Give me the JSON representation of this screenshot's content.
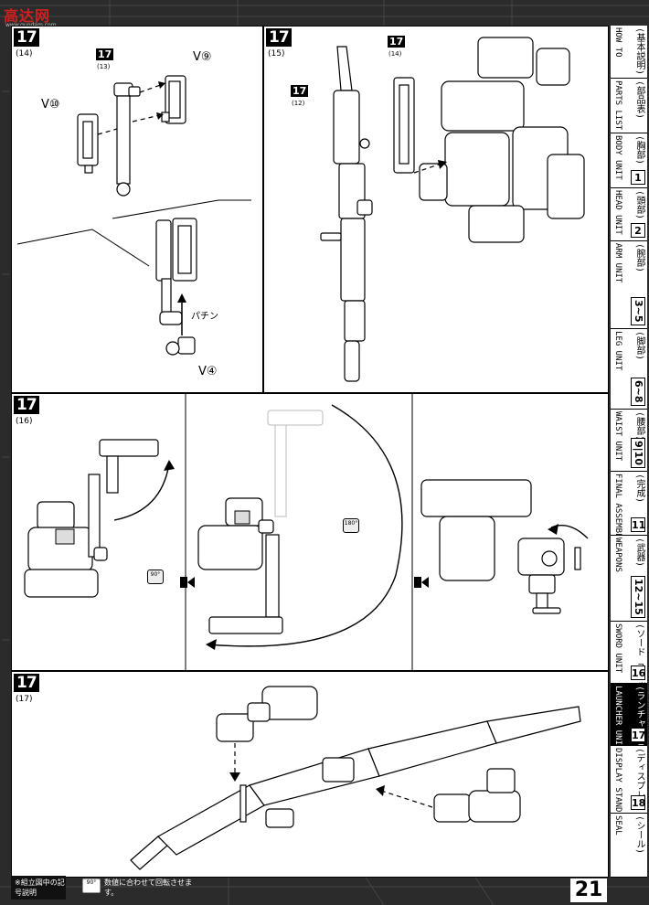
{
  "watermark": {
    "text": "高达网",
    "sub": "www.gundam.com"
  },
  "steps": {
    "s14": {
      "step": "17",
      "sub": "(14)",
      "refs": [
        {
          "num": "17",
          "sub": "(13)"
        }
      ],
      "parts": [
        "V⑨",
        "V⑩",
        "V④"
      ],
      "snap": "パチン"
    },
    "s15": {
      "step": "17",
      "sub": "(15)",
      "refs": [
        {
          "num": "17",
          "sub": "(12)"
        },
        {
          "num": "17",
          "sub": "(14)"
        }
      ]
    },
    "s16": {
      "step": "17",
      "sub": "(16)",
      "rot1": "90°",
      "rot2": "180°"
    },
    "s17": {
      "step": "17",
      "sub": "(17)"
    }
  },
  "legend": {
    "label": "※組立図中の記号説明",
    "icon": "90°",
    "text": "数値に合わせて回転させます。"
  },
  "page_number": "21",
  "sidebar": [
    {
      "jp": "(基本説明)",
      "en": "HOW TO",
      "num": "",
      "h": 58
    },
    {
      "jp": "(部品表)",
      "en": "PARTS LIST",
      "num": "",
      "h": 60
    },
    {
      "jp": "(胸部)",
      "en": "BODY UNIT",
      "num": "1",
      "h": 60
    },
    {
      "jp": "(頭部)",
      "en": "HEAD UNIT",
      "num": "2",
      "h": 58
    },
    {
      "jp": "(腕部)",
      "en": "ARM UNIT",
      "num": "3~5",
      "h": 96
    },
    {
      "jp": "(脚部)",
      "en": "LEG UNIT",
      "num": "6~8",
      "h": 88
    },
    {
      "jp": "(腰部)",
      "en": "WAIST UNIT",
      "num": "9|10",
      "h": 68
    },
    {
      "jp": "(完成)",
      "en": "FINAL ASSEMBLE",
      "num": "11",
      "h": 70
    },
    {
      "jp": "(武器)",
      "en": "WEAPONS",
      "num": "12~15",
      "h": 94
    },
    {
      "jp": "(ソード ユニット)",
      "en": "SWORD UNIT",
      "num": "16",
      "h": 68
    },
    {
      "jp": "(ランチャー ユニット)",
      "en": "LAUNCHER UNIT",
      "num": "17",
      "h": 68,
      "active": true
    },
    {
      "jp": "(ディスプレイ スタンド)",
      "en": "DISPLAY STAND",
      "num": "18",
      "h": 74
    },
    {
      "jp": "(シール)",
      "en": "SEAL",
      "num": "",
      "h": 70
    }
  ]
}
